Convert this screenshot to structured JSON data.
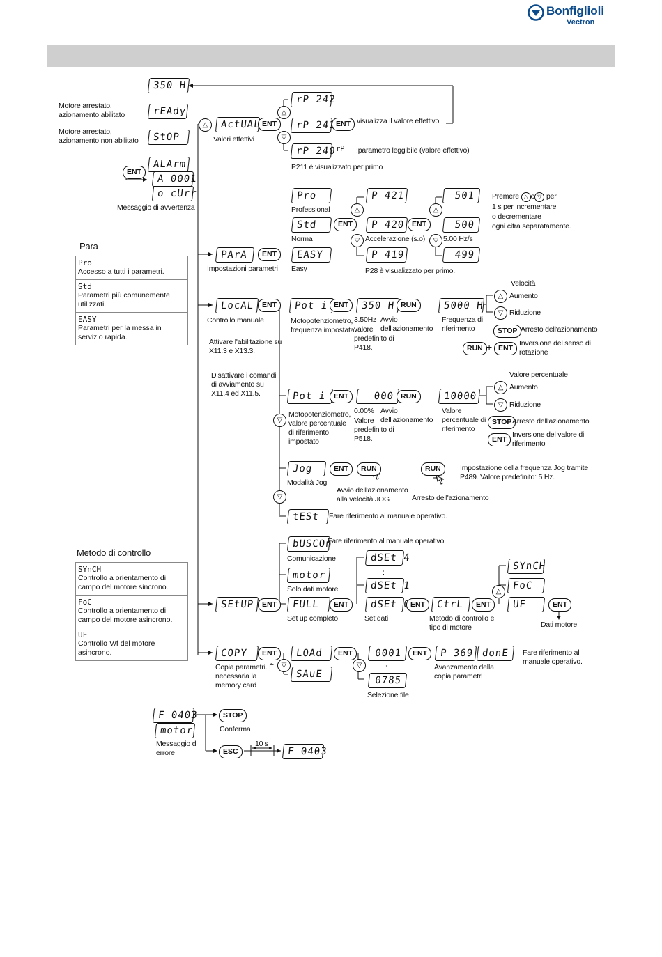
{
  "brand": {
    "name": "Bonfiglioli",
    "sub": "Vectron"
  },
  "status": {
    "display_main": "350 H",
    "ready_label": "Motore arrestato, azionamento abilitato",
    "ready_display": "rEAdy",
    "stop_label": "Motore arrestato, azionamento non abilitato",
    "stop_display": "StOP",
    "alarm_display": "ALArm",
    "alarm_code": "A 0001",
    "alarm_text": "o cUrr",
    "alarm_caption": "Messaggio di avvertenza",
    "ent": "ENT"
  },
  "actual": {
    "menu": "ActUAL",
    "menu_caption": "Valori effettivi",
    "rp242": "rP 242",
    "rp241": "rP 241",
    "rp240": "rP 240",
    "rp_symbol": "rP",
    "show_value": "visualizza il valore effettivo",
    "readable": ":parametro leggibile (valore effettivo)",
    "first": "P211 è visualizzato per primo"
  },
  "para": {
    "menu": "PArA",
    "menu_caption": "Impostazioni parametri",
    "pro": "Pro",
    "pro_caption": "Professional",
    "std": "Std",
    "std_caption": "Norma",
    "easy": "EASY",
    "easy_caption": "Easy",
    "p421": "P 421",
    "p420": "P 420",
    "p419": "P 419",
    "accel": "Accelerazione (s.o)",
    "first": "P28 è visualizzato per primo.",
    "v501": "501",
    "v500": "500",
    "v499": "499",
    "hzs": "5.00 Hz/s",
    "press_1": "Premere",
    "press_o": "o",
    "press_per": "per",
    "press_2": "1 s per incrementare",
    "press_3": "o decrementare",
    "press_4": "ogni cifra separatamente."
  },
  "para_legend": {
    "title": "Para",
    "rows": [
      {
        "code": "Pro",
        "text": "Accesso a tutti i parametri."
      },
      {
        "code": "Std",
        "text": "Parametri più comunemente utilizzati."
      },
      {
        "code": "EASY",
        "text": "Parametri per la messa in servizio rapida."
      }
    ]
  },
  "local": {
    "menu": "LocAL",
    "menu_caption": "Controllo manuale",
    "note1": "Attivare l'abilitazione su X11.3 e X13.3.",
    "note2": "Disattivare i comandi di avviamento su X11.4 ed X11.5.",
    "potif": "Pot i F",
    "potif_caption": "Motopotenziometro, frequenza impostata",
    "disp350": "350 H",
    "hz350": "3.50Hz",
    "default1": "valore predefinito di P418.",
    "run": "RUN",
    "avvio": "Avvio dell'azionamento",
    "disp5000": "5000 H",
    "freq_rif": "Frequenza di riferimento",
    "speed": "Velocità",
    "up": "Aumento",
    "down": "Riduzione",
    "stop": "STOP",
    "stop_text": "Arresto dell'azionamento",
    "inv": "Inversione del senso di rotazione",
    "potip": "Pot i P",
    "potip_caption": "Motopotenziometro, valore percentuale di riferimento impostato",
    "disp000": "000",
    "pct0": "0.00%",
    "default2": "Valore predefinito di P518.",
    "disp10000": "10000",
    "val_pct": "Valore percentuale di riferimento",
    "pct_title": "Valore percentuale",
    "inv_val": "Inversione del valore di riferimento",
    "jog": "Jog",
    "jog_caption": "Modalità Jog",
    "jog_start": "Avvio dell'azionamento alla velocità JOG",
    "jog_stop": "Arresto dell'azionamento",
    "jog_note": "Impostazione della frequenza Jog tramite P489. Valore predefinito: 5 Hz.",
    "test": "tESt",
    "test_note": "Fare riferimento al manuale operativo."
  },
  "setup": {
    "buscon": "bUSCOn",
    "buscon_note": "Fare riferimento al manuale operativo..",
    "buscon_caption": "Comunicazione",
    "motor": "motor",
    "motor_caption": "Solo dati motore",
    "menu": "SEtUP",
    "full": "FULL",
    "full_caption": "Set up completo",
    "dset4": "dSEt 4",
    "dset1": "dSEt 1",
    "dset0": "dSEt 0",
    "dots": ":",
    "dset_caption": "Set dati",
    "ctrl": "CtrL",
    "ctrl_caption": "Metodo di controllo e tipo di motore",
    "synch": "SYnCH",
    "foc": "FoC",
    "uf": "UF",
    "motor_data": "Dati motore"
  },
  "method_legend": {
    "title": "Metodo di controllo",
    "rows": [
      {
        "code": "SYnCH",
        "text": "Controllo a orientamento di campo del motore sincrono."
      },
      {
        "code": "FoC",
        "text": "Controllo a orientamento di campo del motore asincrono."
      },
      {
        "code": "UF",
        "text": "Controllo V/f del motore asincrono."
      }
    ]
  },
  "copy": {
    "menu": "COPY",
    "caption": "Copia parametri. È necessaria la memory card",
    "load": "LOAd",
    "save": "SAuE",
    "f0001": "0001",
    "f0785": "0785",
    "file_caption": "Selezione file",
    "p369": "P 369",
    "done": "donE",
    "progress": "Avanzamento della copia parametri",
    "note": "Fare riferimento al manuale operativo."
  },
  "error": {
    "code": "F 0403",
    "motor": "motor",
    "caption": "Messaggio di errore",
    "stop": "STOP",
    "confirm": "Conferma",
    "esc": "ESC",
    "delay": "10 s",
    "code2": "F 0403"
  }
}
